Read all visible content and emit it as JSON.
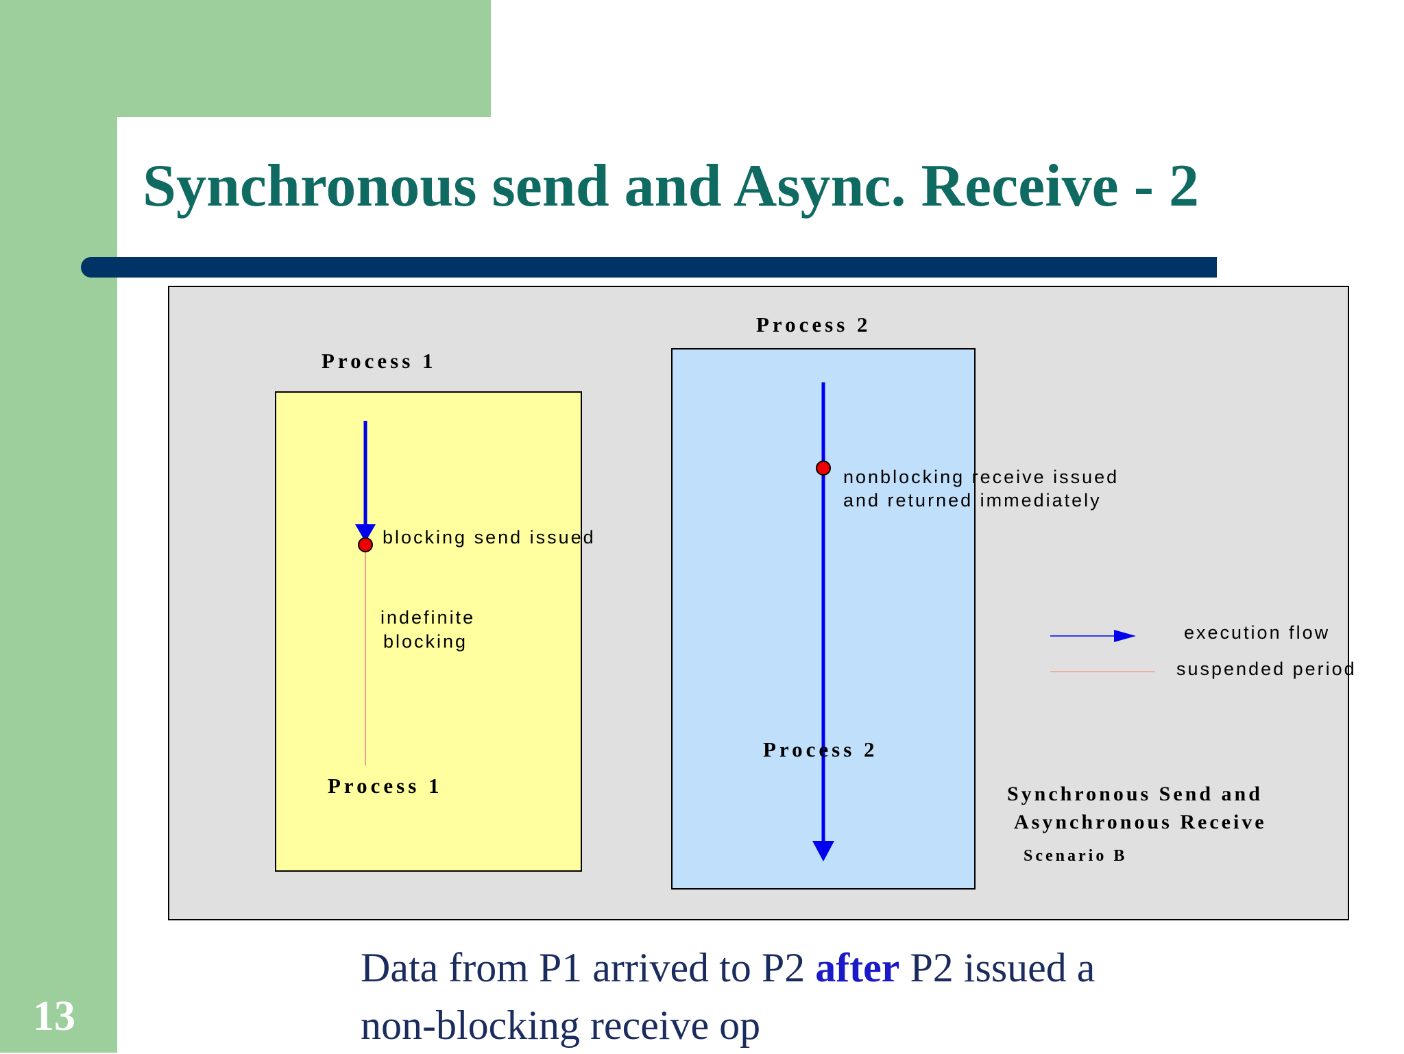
{
  "slide": {
    "title": "Synchronous send and Async. Receive - 2",
    "page_number": "13",
    "caption_before": "Data from P1 arrived to P2 ",
    "caption_emphasis": "after",
    "caption_middle": " P2 issued a",
    "caption_line2": "non-blocking receive op"
  },
  "diagram": {
    "process1_label_top": "Process 1",
    "process1_label_bottom": "Process 1",
    "process2_label_top": "Process 2",
    "process2_label_bottom": "Process 2",
    "blocking_send_text": "blocking send issued",
    "indefinite_line1": "indefinite",
    "indefinite_line2": "blocking",
    "nonblocking_line1": "nonblocking receive issued",
    "nonblocking_line2": "and returned immediately",
    "legend_execution": "execution flow",
    "legend_suspended": "suspended period",
    "scenario_title1": "Synchronous Send and",
    "scenario_title2": "Asynchronous Receive",
    "scenario_sub": "Scenario B",
    "colors": {
      "background": "#e0e0e0",
      "process1_box": "#ffff9f",
      "process2_box": "#c0dffa",
      "execution_flow": "#0000ee",
      "suspended_period": "#f0a090",
      "event_dot": "#ee0000",
      "title": "#0f6b62",
      "title_bar": "#003366",
      "side_band": "#9ccf9c"
    }
  }
}
